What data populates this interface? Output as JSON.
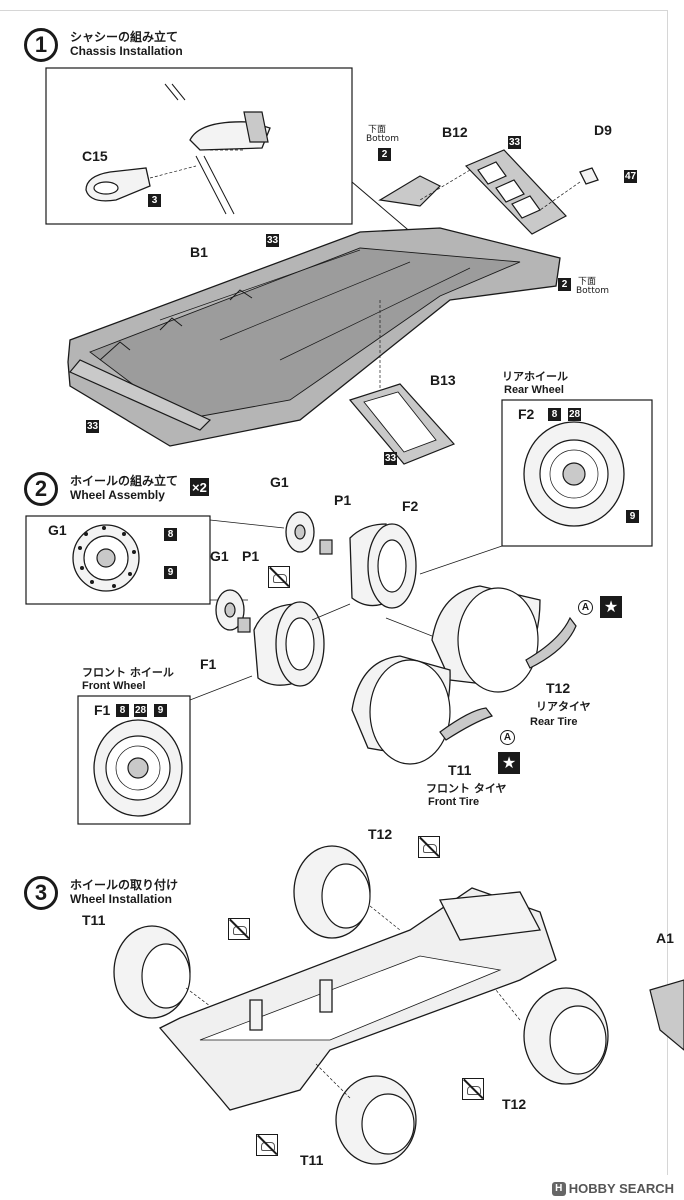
{
  "step1": {
    "number": "1",
    "title_ja": "シャシーの組み立て",
    "title_en": "Chassis Installation",
    "parts": {
      "c15": "C15",
      "b12": "B12",
      "d9": "D9",
      "b1": "B1",
      "b13": "B13"
    },
    "bottom_ja": "下面",
    "bottom_en": "Bottom",
    "colors": {
      "c15_color": "3",
      "b12_color": "33",
      "d9_color": "47",
      "bottom_left_color": "2",
      "bottom_right_color": "2",
      "chassis_left_color": "33",
      "chassis_front_color": "33",
      "b13_color": "33"
    }
  },
  "step2": {
    "number": "2",
    "title_ja": "ホイールの組み立て",
    "title_en": "Wheel Assembly",
    "multiplier": "×2",
    "parts": {
      "g1_a": "G1",
      "p1_a": "P1",
      "f2": "F2",
      "g1_b": "G1",
      "p1_b": "P1",
      "f1": "F1",
      "t12": "T12",
      "t11": "T11"
    },
    "inset_g1": {
      "label": "G1",
      "color_top": "8",
      "color_bottom": "9"
    },
    "rear_wheel": {
      "caption_ja": "リアホイール",
      "caption_en": "Rear Wheel",
      "part": "F2",
      "color_a": "8",
      "color_b": "28",
      "color_c": "9"
    },
    "front_wheel": {
      "caption_ja": "フロント ホイール",
      "caption_en": "Front Wheel",
      "part": "F1",
      "color_a": "8",
      "color_b": "28",
      "color_c": "9"
    },
    "rear_tire": {
      "caption_ja": "リアタイヤ",
      "caption_en": "Rear Tire",
      "marker": "A"
    },
    "front_tire": {
      "caption_ja": "フロント タイヤ",
      "caption_en": "Front Tire",
      "marker": "A"
    }
  },
  "step3": {
    "number": "3",
    "title_ja": "ホイールの取り付け",
    "title_en": "Wheel Installation",
    "parts": {
      "t12_top": "T12",
      "t11_left": "T11",
      "a1": "A1",
      "t12_right": "T12",
      "t11_bottom": "T11"
    }
  },
  "watermark": {
    "logo": "H",
    "text": "HOBBY SEARCH"
  }
}
